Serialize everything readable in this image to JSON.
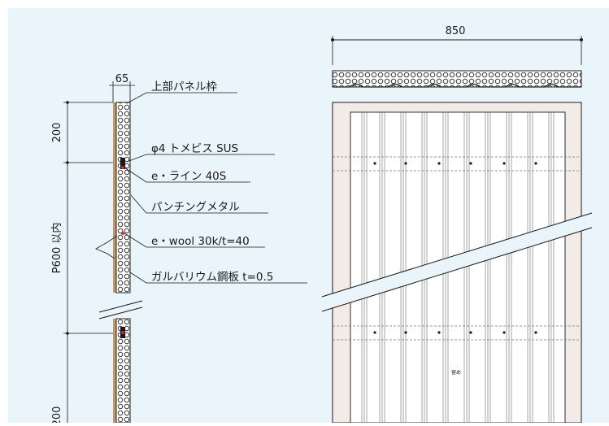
{
  "dimensions": {
    "overall_width": "850",
    "section_width": "65",
    "top_height": "200",
    "pitch": "P600 以内",
    "bottom_height": "200"
  },
  "callouts": [
    "上部パネル枠",
    "φ4 トメビス SUS",
    "e・ライン 40S",
    "パンチングメタル",
    "e・wool 30k/t=40",
    "ガルバリウム鋼板 t=0.5"
  ],
  "elevation_note": "留め",
  "colors": {
    "background": "#e9f4fb",
    "paper": "#ffffff",
    "frame_fill": "#f3ece6",
    "line": "#1a1a1a",
    "accent_red": "#d2282f",
    "wood": "#c8955a"
  }
}
